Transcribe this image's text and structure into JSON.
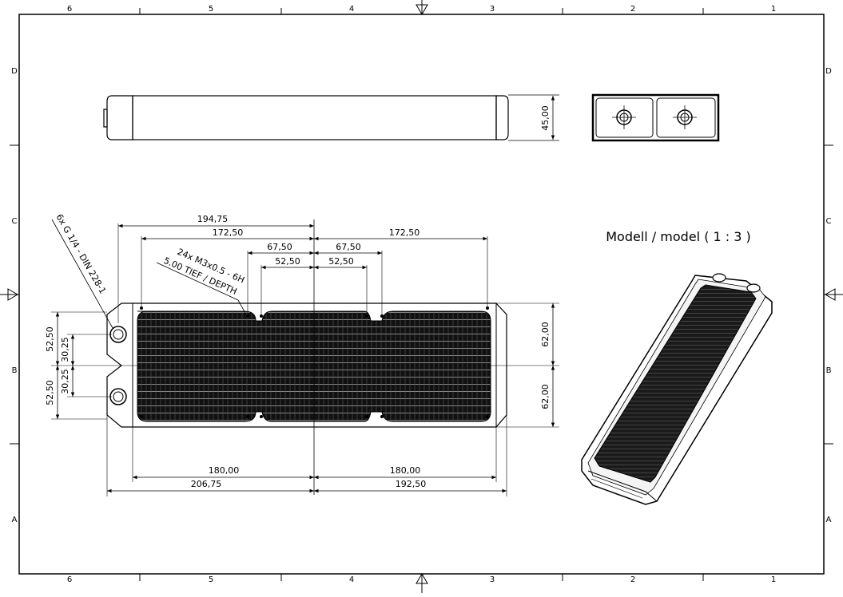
{
  "frame": {
    "columns": [
      "6",
      "5",
      "4",
      "3",
      "2",
      "1"
    ],
    "rows": [
      "D",
      "C",
      "B",
      "A"
    ]
  },
  "dimensions": {
    "top_height": "45,00",
    "top_194": "194,75",
    "left_172": "172,50",
    "right_172": "172,50",
    "left_67": "67,50",
    "right_67": "67,50",
    "left_52": "52,50",
    "right_52": "52,50",
    "right_62_top": "62,00",
    "right_62_bottom": "62,00",
    "left_52_top": "52,50",
    "left_52_bottom": "52,50",
    "left_30_top": "30,25",
    "left_30_bottom": "30,25",
    "bottom_180_left": "180,00",
    "bottom_180_right": "180,00",
    "bottom_206": "206,75",
    "bottom_192": "192,50"
  },
  "notes": {
    "port_thread": "6x G 1/4 - DIN 228-1",
    "mount_thread_1": "24x M3x0.5 - 6H",
    "mount_thread_2": "5.00 TIEF / DEPTH"
  },
  "model_label": "Modell / model ( 1 : 3 )"
}
